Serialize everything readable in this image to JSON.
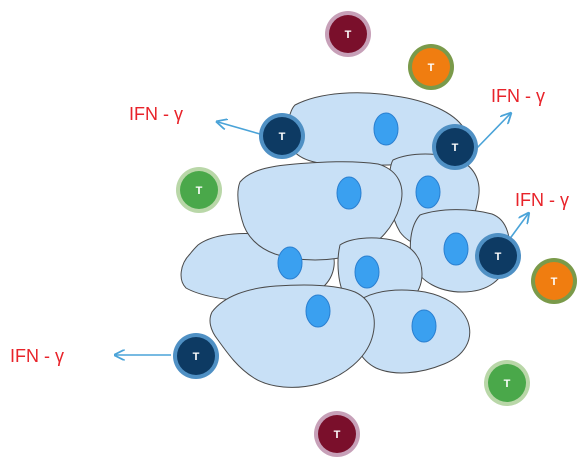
{
  "cytokine_label": "IFN - γ",
  "t_cell_letter": "T",
  "colors": {
    "cell_fill": "#c8e0f6",
    "cell_stroke": "#4a4a4a",
    "nucleus": "#3aa0f0",
    "arrow": "#4aa3d8",
    "label": "#e8232a",
    "t_dark_blue": "#0d3a63",
    "t_orange": "#f07d10",
    "t_green": "#4aa84a",
    "t_maroon": "#7a0f2b"
  },
  "t_cell_types": [
    {
      "name": "dark-blue",
      "fill": "#0d3a63",
      "ring": "#4f90c4"
    },
    {
      "name": "orange",
      "fill": "#f07d10",
      "ring": "#7a9a4a"
    },
    {
      "name": "green",
      "fill": "#4aa84a",
      "ring": "#b9d7a8"
    },
    {
      "name": "maroon",
      "fill": "#7a0f2b",
      "ring": "#c7a0b8"
    }
  ]
}
